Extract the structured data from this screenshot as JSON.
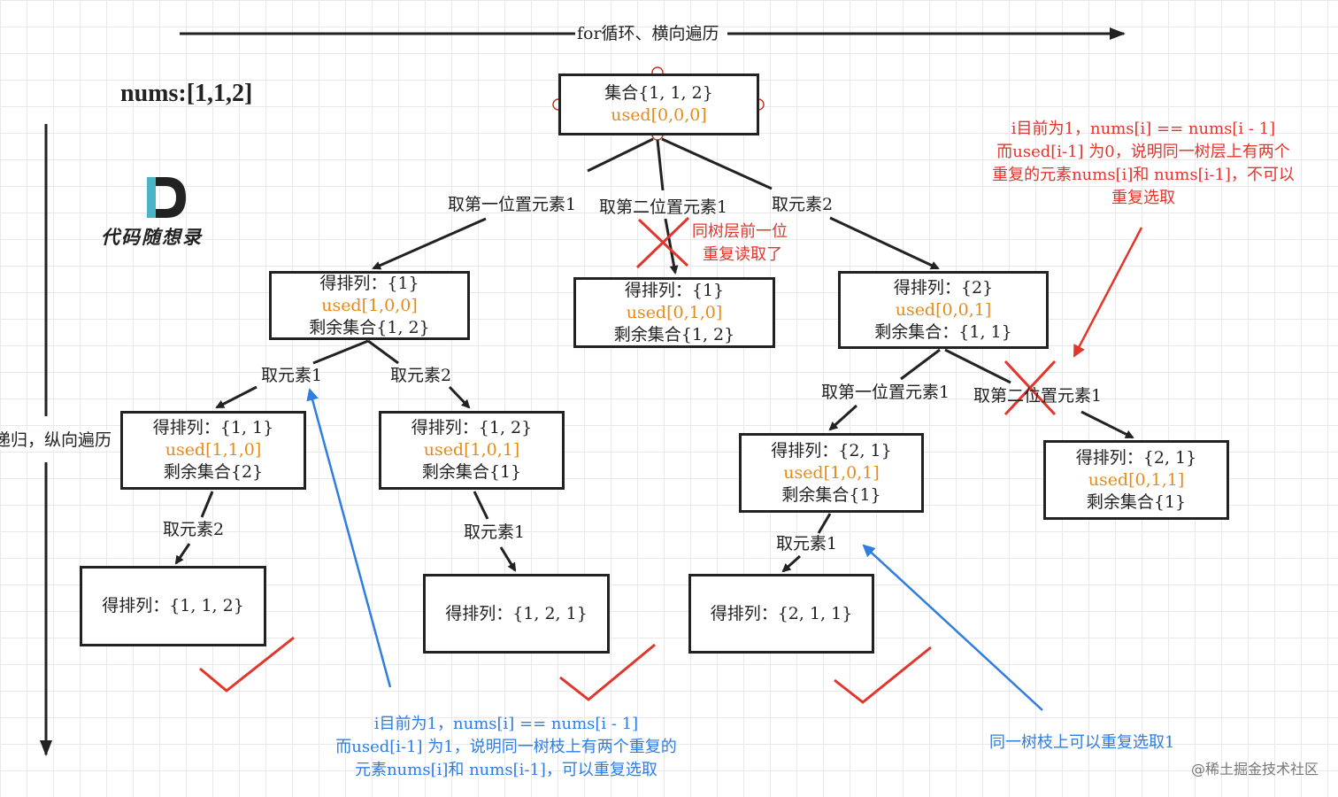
{
  "title": "nums:[1,1,2]",
  "for_loop_label": "for循环、横向遍历",
  "recursion_label": "递归，纵向遍历",
  "logo_text": "代码随想录",
  "watermark": "@稀土掘金技术社区",
  "nodes": {
    "root": {
      "line1": "集合{1, 1, 2}",
      "line2": "used[0,0,0]"
    },
    "n1": {
      "line1": "得排列：{1}",
      "line2": "used[1,0,0]",
      "line3": "剩余集合{1, 2}"
    },
    "n2": {
      "line1": "得排列：{1}",
      "line2": "used[0,1,0]",
      "line3": "剩余集合{1, 2}"
    },
    "n3": {
      "line1": "得排列：{2}",
      "line2": "used[0,0,1]",
      "line3": "剩余集合：{1, 1}"
    },
    "n11": {
      "line1": "得排列：{1, 1}",
      "line2": "used[1,1,0]",
      "line3": "剩余集合{2}"
    },
    "n12": {
      "line1": "得排列：{1, 2}",
      "line2": "used[1,0,1]",
      "line3": "剩余集合{1}"
    },
    "n31": {
      "line1": "得排列：{2, 1}",
      "line2": "used[1,0,1]",
      "line3": "剩余集合{1}"
    },
    "n32": {
      "line1": "得排列：{2, 1}",
      "line2": "used[0,1,1]",
      "line3": "剩余集合{1}"
    },
    "leaf1": {
      "line1": "得排列：{1, 1, 2}"
    },
    "leaf2": {
      "line1": "得排列：{1, 2, 1}"
    },
    "leaf3": {
      "line1": "得排列：{2, 1, 1}"
    }
  },
  "edge_labels": {
    "e_root_n1": "取第一位置元素1",
    "e_root_n2": "取第二位置元素1",
    "e_root_n3": "取元素2",
    "e_n1_n11": "取元素1",
    "e_n1_n12": "取元素2",
    "e_n11_leaf": "取元素2",
    "e_n12_leaf": "取元素1",
    "e_n3_n31": "取第一位置元素1",
    "e_n3_n32": "取第二位置元素1",
    "e_n31_leaf": "取元素1"
  },
  "annotations": {
    "same_layer": [
      "同树层前一位",
      "重复读取了"
    ],
    "red_note": [
      "i目前为1，nums[i] == nums[i - 1]",
      "而used[i-1] 为0，说明同一树层上有两个",
      "重复的元素nums[i]和 nums[i-1]，不可以",
      "重复选取"
    ],
    "blue_note": [
      "i目前为1，nums[i] == nums[i - 1]",
      "而used[i-1] 为1，说明同一树枝上有两个重复的",
      "元素nums[i]和 nums[i-1]，可以重复选取"
    ],
    "blue_note2": "同一树枝上可以重复选取1"
  },
  "colors": {
    "line": "#222222",
    "red": "#e0362c",
    "blue": "#2f7de1",
    "orange": "#e88a1a"
  }
}
